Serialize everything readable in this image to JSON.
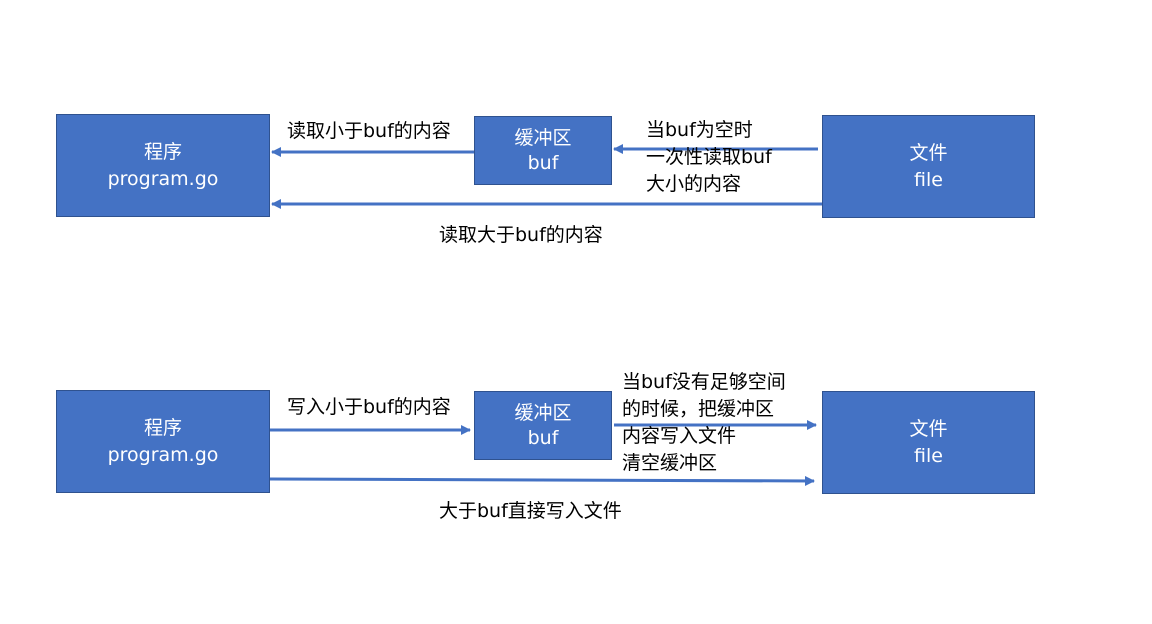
{
  "colors": {
    "box_fill": "#4472c4",
    "box_border": "#2f528f",
    "box_text": "#ffffff",
    "arrow": "#4472c4",
    "label_text": "#000000"
  },
  "read_diagram": {
    "program_box": {
      "line1": "程序",
      "line2": "program.go"
    },
    "buffer_box": {
      "line1": "缓冲区",
      "line2": "buf"
    },
    "file_box": {
      "line1": "文件",
      "line2": "file"
    },
    "label_small_read": "读取小于buf的内容",
    "label_buf_empty": [
      "当buf为空时",
      "一次性读取buf",
      "大小的内容"
    ],
    "label_large_read": "读取大于buf的内容"
  },
  "write_diagram": {
    "program_box": {
      "line1": "程序",
      "line2": "program.go"
    },
    "buffer_box": {
      "line1": "缓冲区",
      "line2": "buf"
    },
    "file_box": {
      "line1": "文件",
      "line2": "file"
    },
    "label_small_write": "写入小于buf的内容",
    "label_buf_full": [
      "当buf没有足够空间",
      "的时候，把缓冲区",
      "内容写入文件",
      "清空缓冲区"
    ],
    "label_large_write": "大于buf直接写入文件"
  }
}
